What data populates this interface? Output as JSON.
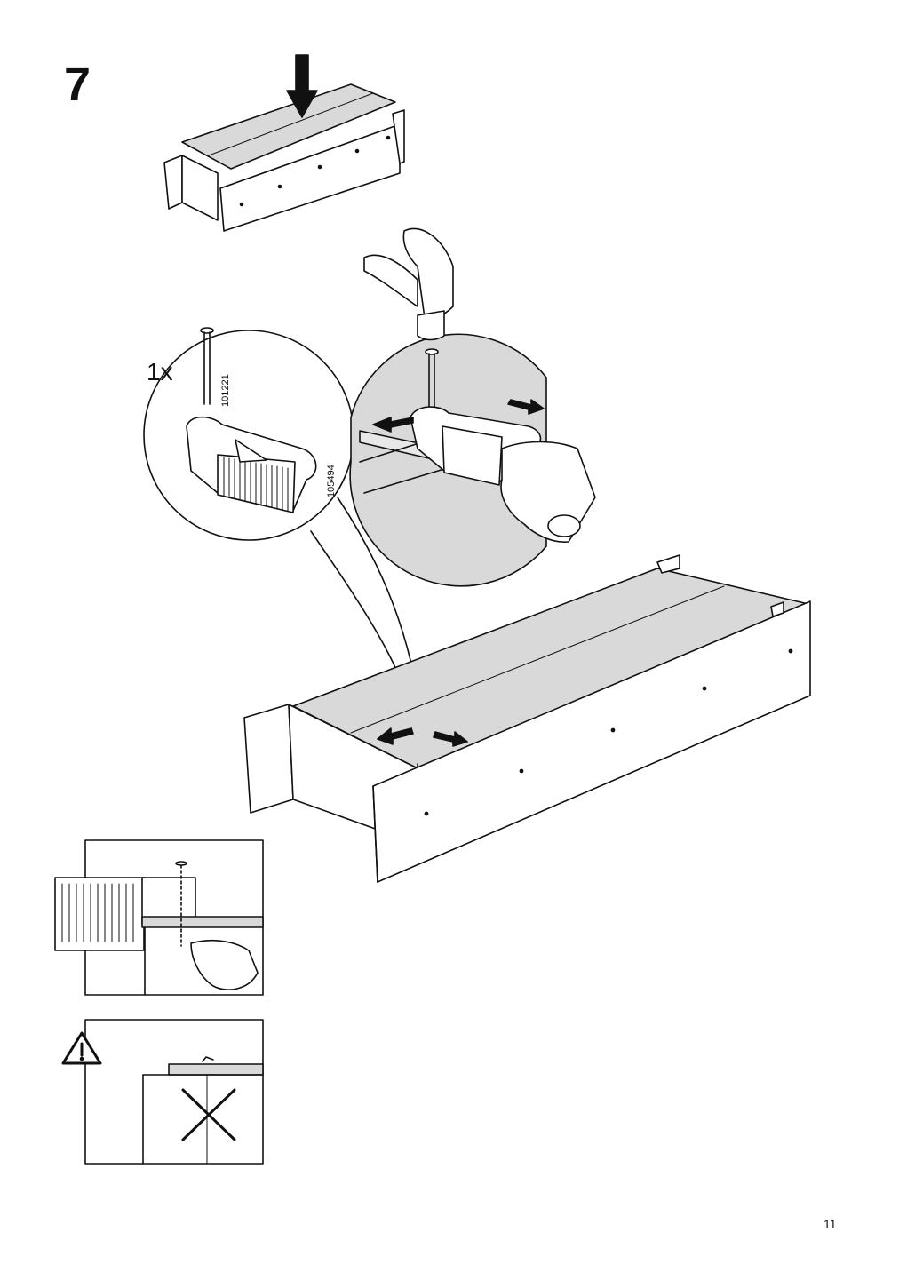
{
  "step": {
    "number": "7"
  },
  "callout": {
    "quantity": "1x",
    "part_nail": "101221",
    "part_tool": "105494"
  },
  "page": {
    "number": "11"
  },
  "icons": {
    "push_arrow": "down-arrow-icon",
    "hammer": "hammer-icon",
    "warning": "warning-triangle-icon",
    "wrong": "cross-icon"
  },
  "colors": {
    "panel_fill": "#d9d9d9",
    "line": "#111111",
    "paper": "#ffffff"
  }
}
